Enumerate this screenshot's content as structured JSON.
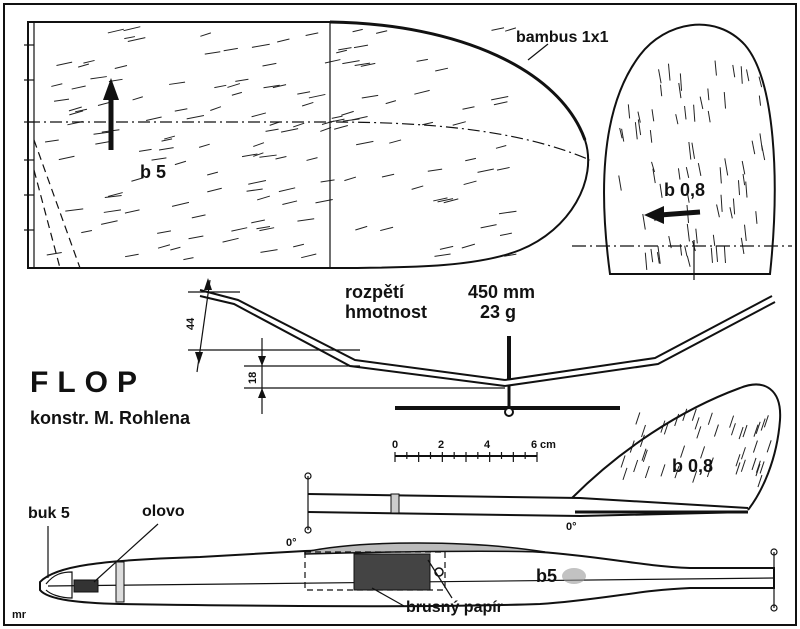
{
  "title": "FLOP",
  "designer": "konstr. M. Rohlena",
  "specs": {
    "span_label": "rozpětí",
    "span_value": "450 mm",
    "mass_label": "hmotnost",
    "mass_value": "23 g"
  },
  "labels": {
    "bamboo": "bambus 1x1",
    "wing_material": "b 5",
    "stab_material": "b 0,8",
    "fin_material": "b 0,8",
    "fuselage_material": "b5",
    "nose_material": "buk 5",
    "ballast": "olovo",
    "sandpaper": "brusný papír",
    "angle_stab": "0°",
    "angle_wing": "0°",
    "dihedral_outer": "44",
    "dihedral_inner": "18",
    "author_mark": "mr"
  },
  "scale": {
    "ticks": [
      "0",
      "2",
      "4",
      "6"
    ],
    "unit": "cm"
  },
  "colors": {
    "ink": "#111111",
    "paper": "#ffffff"
  }
}
